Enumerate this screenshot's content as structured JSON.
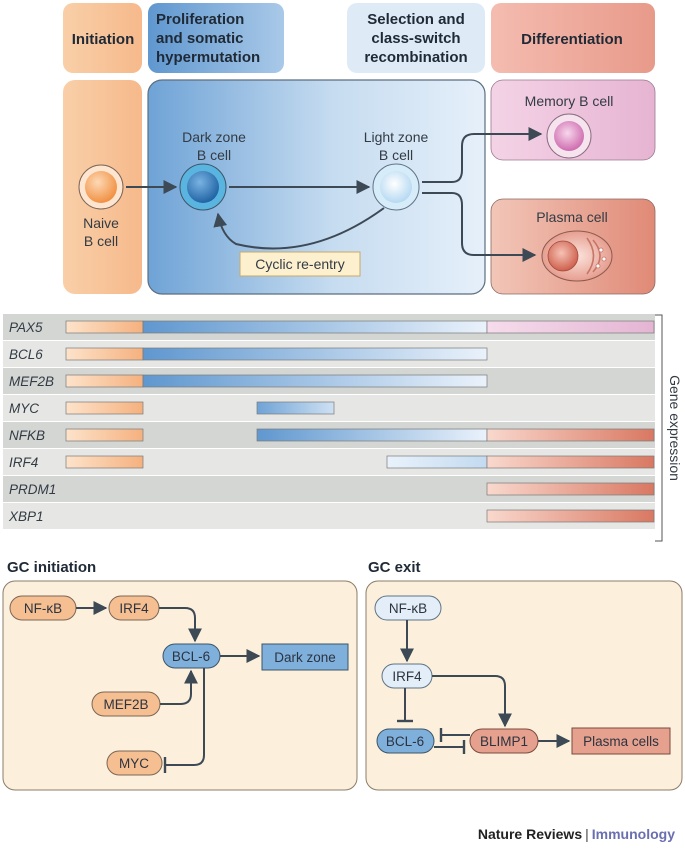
{
  "stages": {
    "initiation": "Initiation",
    "proliferation_1": "Proliferation",
    "proliferation_2": "and somatic",
    "proliferation_3": "hypermutation",
    "selection_1": "Selection and",
    "selection_2": "class-switch",
    "selection_3": "recombination",
    "differentiation": "Differentiation"
  },
  "cells": {
    "naive_1": "Naive",
    "naive_2": "B cell",
    "dark_1": "Dark zone",
    "dark_2": "B cell",
    "light_1": "Light zone",
    "light_2": "B cell",
    "memory": "Memory B cell",
    "plasma": "Plasma cell",
    "cyclic": "Cyclic re-entry"
  },
  "gene_expression": {
    "axis_label": "Gene expression",
    "genes": [
      "PAX5",
      "BCL6",
      "MEF2B",
      "MYC",
      "NFKB",
      "IRF4",
      "PRDM1",
      "XBP1"
    ]
  },
  "gc_initiation": {
    "title": "GC initiation",
    "nfkb": "NF-κB",
    "irf4": "IRF4",
    "bcl6": "BCL-6",
    "dark_zone": "Dark zone",
    "mef2b": "MEF2B",
    "myc": "MYC"
  },
  "gc_exit": {
    "title": "GC exit",
    "nfkb": "NF-κB",
    "irf4": "IRF4",
    "bcl6": "BCL-6",
    "blimp1": "BLIMP1",
    "plasma_cells": "Plasma cells"
  },
  "footer": {
    "journal": "Nature Reviews",
    "separator": "|",
    "subject": "Immunology"
  },
  "colors": {
    "orange": "#f7c499",
    "blue": "#7fb0dc",
    "pink": "#ebc4dc",
    "salmon": "#e6a08e",
    "beige": "#fcf0dc",
    "arrow": "#3d4a56"
  }
}
